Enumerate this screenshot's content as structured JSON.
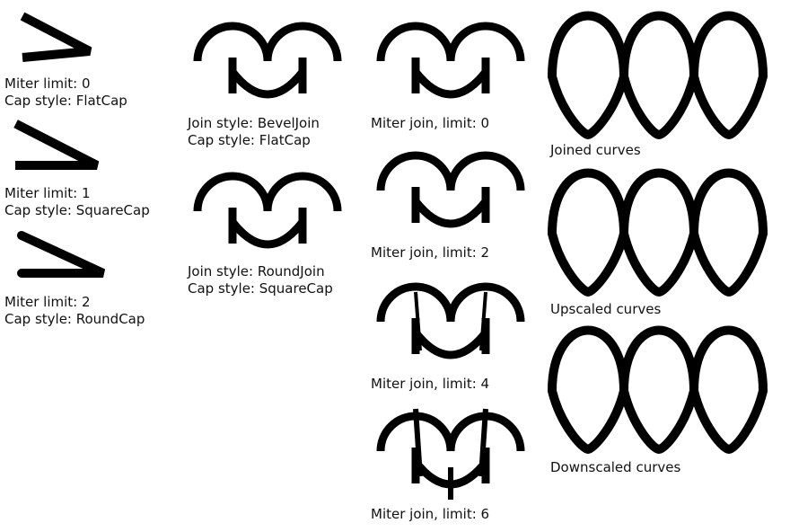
{
  "colors": {
    "stroke": "#000000",
    "background": "#ffffff"
  },
  "column1": [
    {
      "miter": "Miter limit: 0",
      "cap": "Cap style: FlatCap"
    },
    {
      "miter": "Miter limit: 1",
      "cap": "Cap style: SquareCap"
    },
    {
      "miter": "Miter limit: 2",
      "cap": "Cap style: RoundCap"
    }
  ],
  "column2": [
    {
      "join": "Join style: BevelJoin",
      "cap": "Cap style: FlatCap"
    },
    {
      "join": "Join style: RoundJoin",
      "cap": "Cap style: SquareCap"
    }
  ],
  "column3": [
    {
      "label": "Miter join, limit: 0"
    },
    {
      "label": "Miter join, limit: 2"
    },
    {
      "label": "Miter join, limit: 4"
    },
    {
      "label": "Miter join, limit: 6"
    }
  ],
  "column4": [
    {
      "label": "Joined curves"
    },
    {
      "label": "Upscaled curves"
    },
    {
      "label": "Downscaled curves"
    }
  ]
}
